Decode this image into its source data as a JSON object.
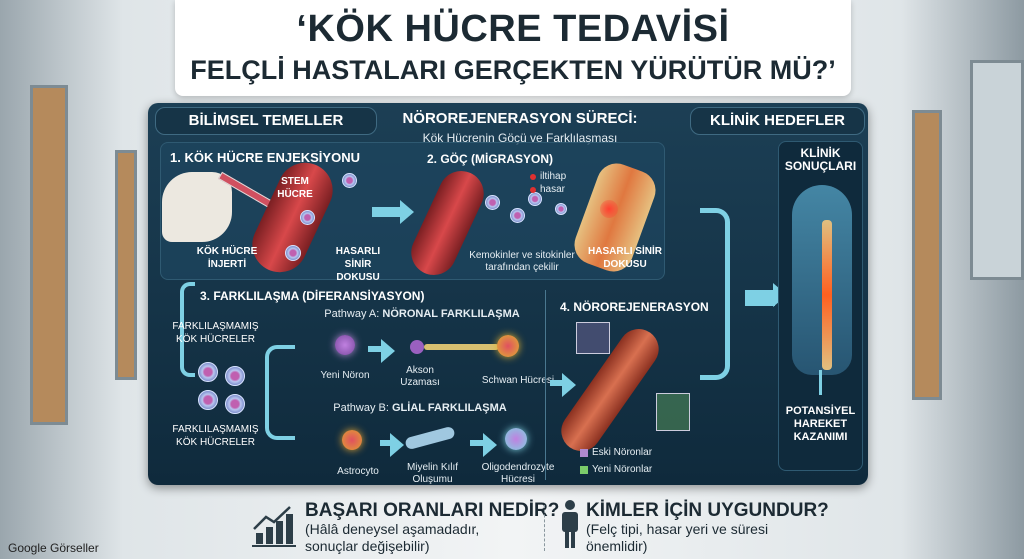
{
  "title": {
    "line1": "‘KÖK HÜCRE TEDAVİSİ",
    "line2": "FELÇLİ HASTALARI GERÇEKTEN YÜRÜTÜR MÜ?’"
  },
  "headers": {
    "left": "BİLİMSEL TEMELLER",
    "center": "NÖROREJENERASYON SÜRECİ:",
    "center_sub": "Kök Hücrenin Göçü ve Farklılaşması",
    "right": "KLİNİK HEDEFLER"
  },
  "step1": {
    "title": "1. KÖK HÜCRE ENJEKSİYONU",
    "stem": "STEM HÜCRE",
    "graft": "KÖK HÜCRE İNJERTİ",
    "damaged": "HASARLI SİNİR DOKUSU"
  },
  "step2": {
    "title": "2. GÖÇ (MİGRASYON)",
    "legend1": "iltihap",
    "legend2": "hasar",
    "attract": "Kemokinler ve sitokinler tarafından çekilir",
    "damaged": "HASARLI SİNİR DOKUSU"
  },
  "step3": {
    "title": "3. FARKLILAŞMA (DİFERANSİYASYON)",
    "undiff1": "FARKLILAŞMAMIŞ KÖK HÜCRELER",
    "undiff2": "FARKLILAŞMAMIŞ KÖK HÜCRELER",
    "pathway_a_prefix": "Pathway A:",
    "pathway_a": "NÖRONAL FARKLILAŞMA",
    "a1": "Yeni Nöron",
    "a2": "Akson Uzaması",
    "a3": "Schwan Hücresi",
    "pathway_b_prefix": "Pathway B:",
    "pathway_b": "GLİAL FARKLILAŞMA",
    "b1": "Astrocyto",
    "b2": "Miyelin Kılıf Oluşumu",
    "b3": "Oligodendrozyte Hücresi"
  },
  "step4": {
    "title": "4. NÖROREJENERASYON",
    "legend_old": "Eski Nöronlar",
    "legend_new": "Yeni Nöronlar",
    "color_old": "#b08ad0",
    "color_new": "#7ccc6a"
  },
  "clinical": {
    "title": "KLİNİK SONUÇLARI",
    "result": "POTANSİYEL HAREKET KAZANIMI"
  },
  "bottom": {
    "q1": "BAŞARI ORANLARI NEDİR?",
    "a1": "(Hâlâ deneysel aşamadadır, sonuçlar değişebilir)",
    "q2": "KİMLER İÇİN UYGUNDUR?",
    "a2": "(Felç tipi, hasar yeri ve süresi önemlidir)"
  },
  "watermark": "Google Görseller",
  "colors": {
    "panel": "#163447",
    "accent": "#7ed0e4",
    "title": "#1c2a33"
  }
}
